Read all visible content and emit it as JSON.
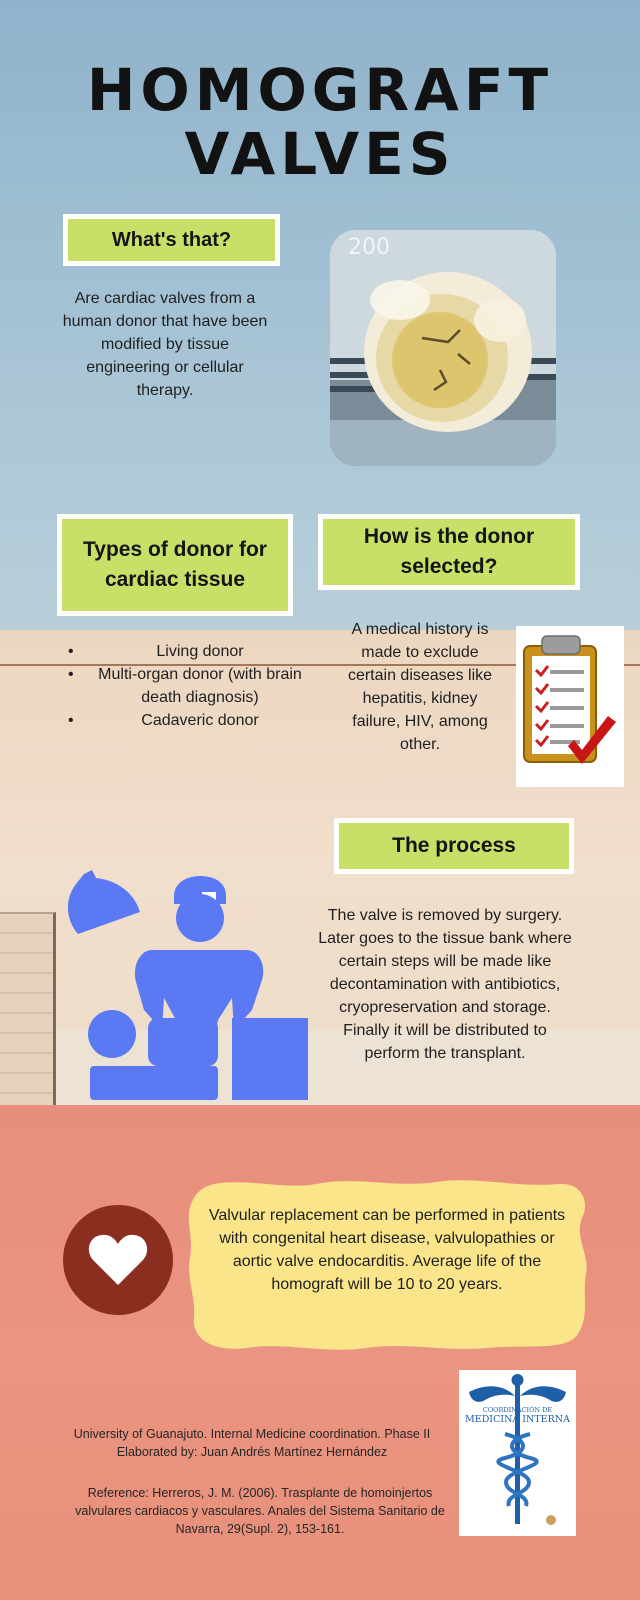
{
  "title": {
    "line1": "HOMOGRAFT",
    "line2": "VALVES"
  },
  "whats_that": {
    "heading": "What's that?",
    "body": "Are cardiac valves from a human donor that have been modified by tissue engineering or cellular therapy."
  },
  "types_of_donor": {
    "heading": "Types of donor for cardiac tissue",
    "items": [
      "Living donor",
      "Multi-organ donor (with brain death diagnosis)",
      "Cadaveric donor"
    ]
  },
  "donor_selection": {
    "heading": "How is the donor selected?",
    "body": "A medical history is made to exclude certain diseases like hepatitis, kidney failure, HIV, among other."
  },
  "process": {
    "heading": "The process",
    "body": "The valve is removed by surgery. Later goes to the tissue bank where certain steps will be made like decontamination with antibiotics, cryopreservation and storage. Finally it will be distributed to perform the transplant."
  },
  "replacement": {
    "body": "Valvular replacement can be performed in patients with congenital heart disease, valvulopathies or aortic valve endocarditis. Average life of the homograft will be 10 to 20 years."
  },
  "credits": {
    "line1": "University of Guanajuto. Internal Medicine coordination. Phase II",
    "line2": "Elaborated by: Juan Andrés Martínez Hernández"
  },
  "reference": "Reference: Herreros, J. M. (2006). Trasplante de homoinjertos valvulares cardiacos y vasculares. Anales del Sistema Sanitario de Navarra, 29(Supl. 2), 153-161.",
  "logo": {
    "small_text": "COORDINACIÓN DE",
    "main_text": "MEDICINA INTERNA"
  },
  "photo": {
    "beaker_text": "200"
  },
  "icons": [
    "surgeon-icon",
    "heart-icon",
    "clipboard-checklist-icon",
    "caduceus-icon"
  ],
  "colors": {
    "label_green": "#c8e068",
    "icon_blue": "#5b79f3",
    "heart_circle": "#8a2e1f",
    "bubble_yellow": "#fae58a"
  }
}
